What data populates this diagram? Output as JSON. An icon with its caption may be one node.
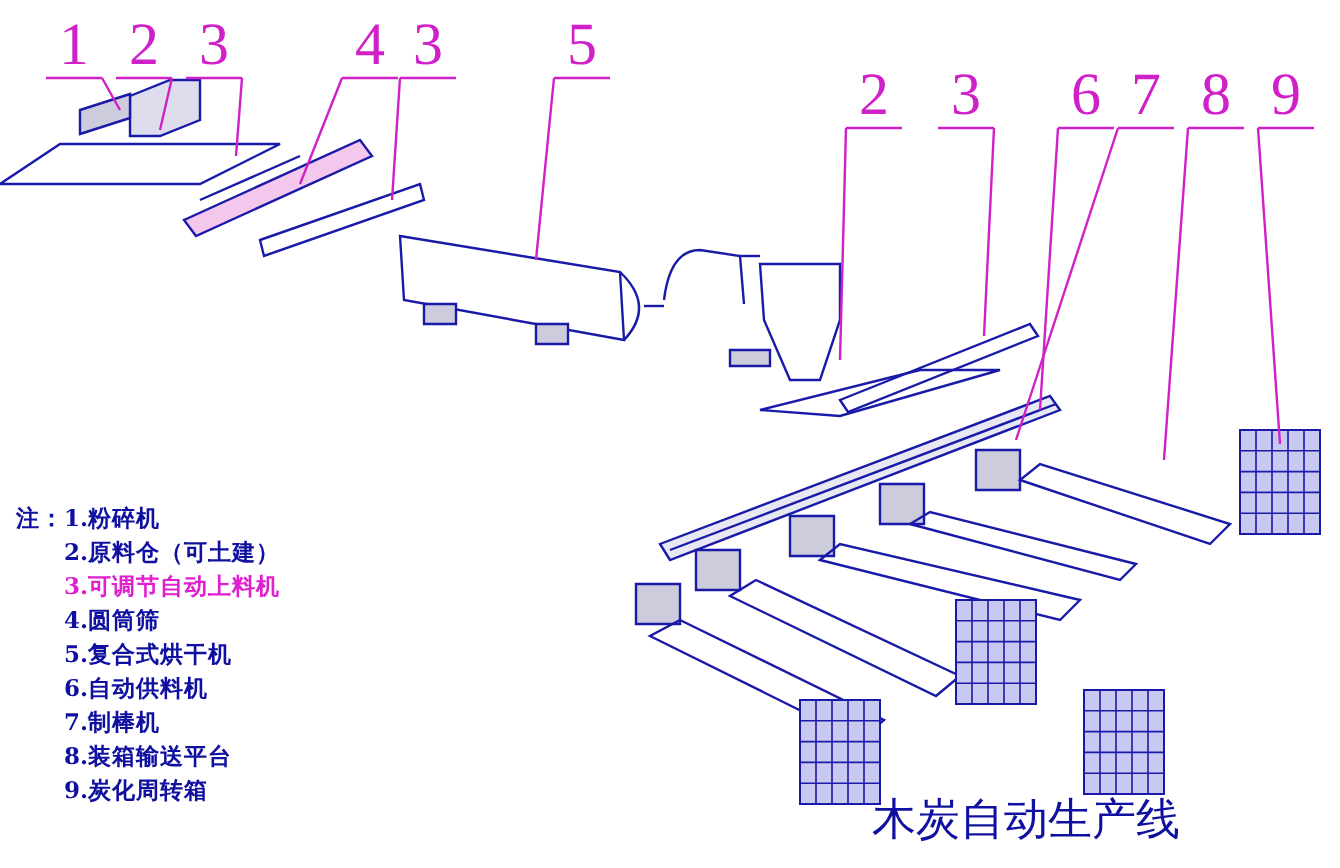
{
  "diagram": {
    "title": "木炭自动生产线",
    "nodes": [
      {
        "text": [
          "1"
        ]
      },
      {
        "text": [
          "2"
        ]
      },
      {
        "text": [
          "3"
        ]
      },
      {
        "text": [
          "4"
        ]
      },
      {
        "text": [
          "3"
        ]
      },
      {
        "text": [
          "5"
        ]
      },
      {
        "text": [
          "2"
        ]
      },
      {
        "text": [
          "3"
        ]
      },
      {
        "text": [
          "6"
        ]
      },
      {
        "text": [
          "7"
        ]
      },
      {
        "text": [
          "8"
        ]
      },
      {
        "text": [
          "9"
        ]
      }
    ],
    "edges": [
      {
        "from": 0,
        "to": null,
        "arrow": "none"
      },
      {
        "from": 1,
        "to": null,
        "arrow": "none"
      },
      {
        "from": 2,
        "to": null,
        "arrow": "none"
      },
      {
        "from": 3,
        "to": null,
        "arrow": "none"
      },
      {
        "from": 4,
        "to": null,
        "arrow": "none"
      },
      {
        "from": 5,
        "to": null,
        "arrow": "none"
      },
      {
        "from": 6,
        "to": null,
        "arrow": "none"
      },
      {
        "from": 7,
        "to": null,
        "arrow": "none"
      },
      {
        "from": 8,
        "to": null,
        "arrow": "none"
      },
      {
        "from": 9,
        "to": null,
        "arrow": "none"
      },
      {
        "from": 10,
        "to": null,
        "arrow": "none"
      },
      {
        "from": 11,
        "to": null,
        "arrow": "none"
      }
    ],
    "labels": [
      "注：1.粉碎机",
      "2.原料仓（可土建）",
      "3.可调节自动上料机",
      "4.圆筒筛",
      "5.复合式烘干机",
      "6.自动供料机",
      "7.制棒机",
      "8.装箱输送平台",
      "9.炭化周转箱"
    ]
  }
}
